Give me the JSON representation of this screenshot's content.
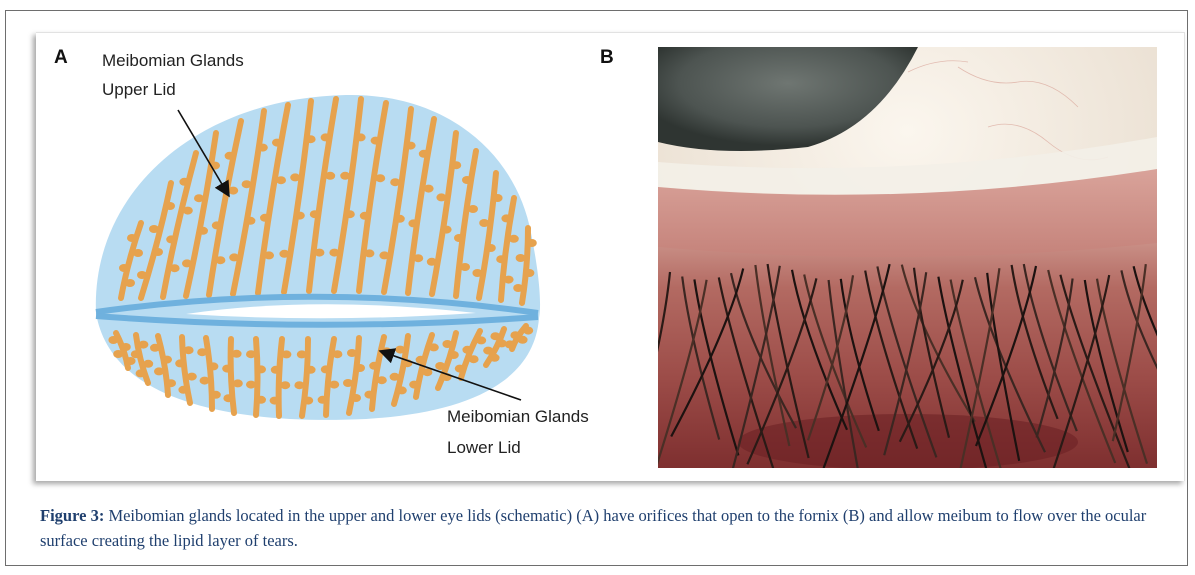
{
  "figure": {
    "panel_a_letter": "A",
    "panel_b_letter": "B",
    "upper_label_line1": "Meibomian Glands",
    "upper_label_line2": "Upper Lid",
    "lower_label_line1": "Meibomian Glands",
    "lower_label_line2": "Lower Lid",
    "colors": {
      "lid_fill": "#b8dcf2",
      "gland_fill": "#e6a24e",
      "lid_margin": "#6fb1de"
    }
  },
  "caption": {
    "label": "Figure 3:",
    "text": " Meibomian glands located in the upper and lower eye lids (schematic) (A) have orifices that open to the fornix (B) and allow meibum to flow over the ocular surface creating the lipid layer of tears."
  }
}
